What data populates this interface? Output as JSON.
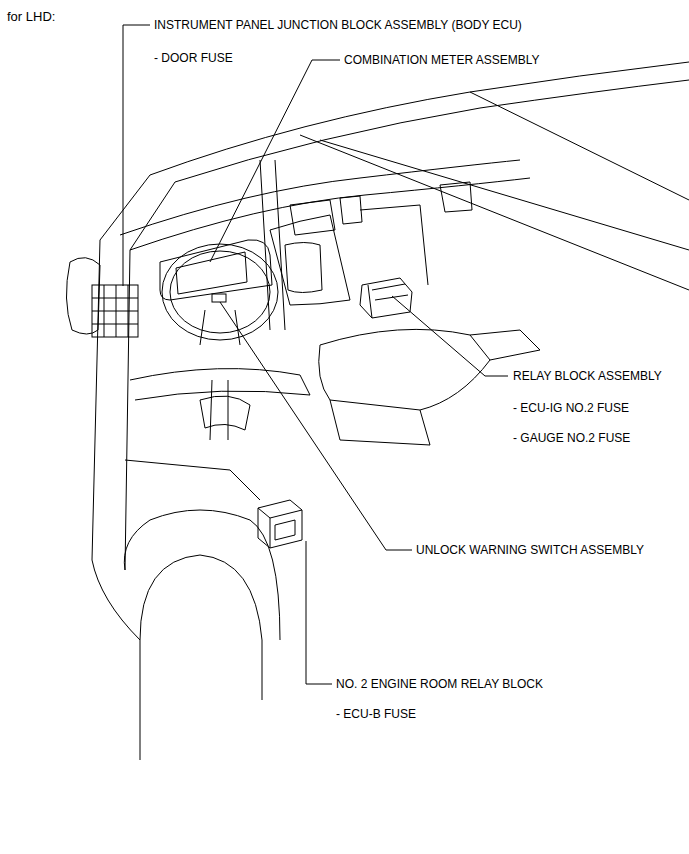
{
  "diagram": {
    "title": "for LHD:",
    "labels": [
      "INSTRUMENT PANEL JUNCTION BLOCK ASSEMBLY (BODY ECU)",
      "- DOOR FUSE",
      "COMBINATION METER ASSEMBLY",
      "RELAY BLOCK ASSEMBLY",
      "- ECU-IG NO.2 FUSE",
      "- GAUGE NO.2 FUSE",
      "UNLOCK WARNING SWITCH ASSEMBLY",
      "NO. 2 ENGINE ROOM RELAY BLOCK",
      "- ECU-B FUSE"
    ]
  }
}
